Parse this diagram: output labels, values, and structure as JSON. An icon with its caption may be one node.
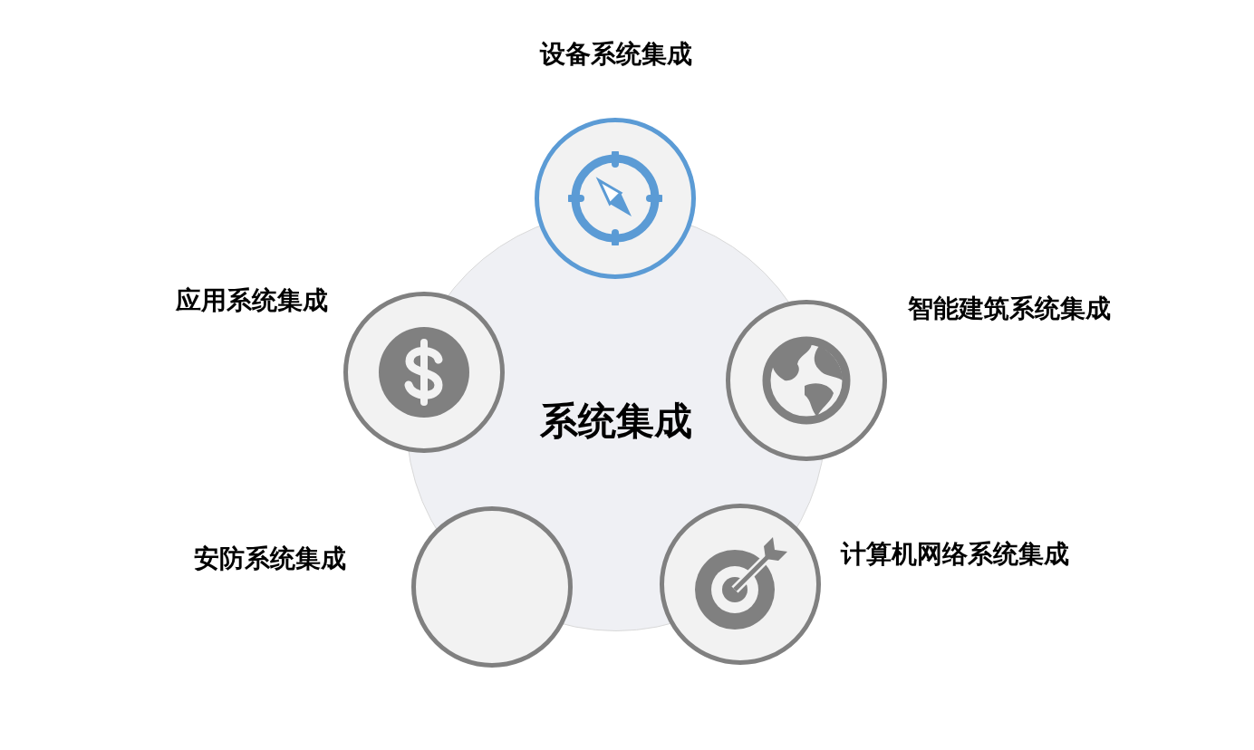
{
  "diagram": {
    "nodes": [
      {
        "text": [
          "系统集成"
        ]
      },
      {
        "text": [
          "设备系统集成"
        ]
      },
      {
        "text": [
          "应用系统集成"
        ]
      },
      {
        "text": [
          "智能建筑系统集成"
        ]
      },
      {
        "text": [
          "安防系统集成"
        ]
      },
      {
        "text": [
          "计算机网络系统集成"
        ]
      }
    ]
  }
}
